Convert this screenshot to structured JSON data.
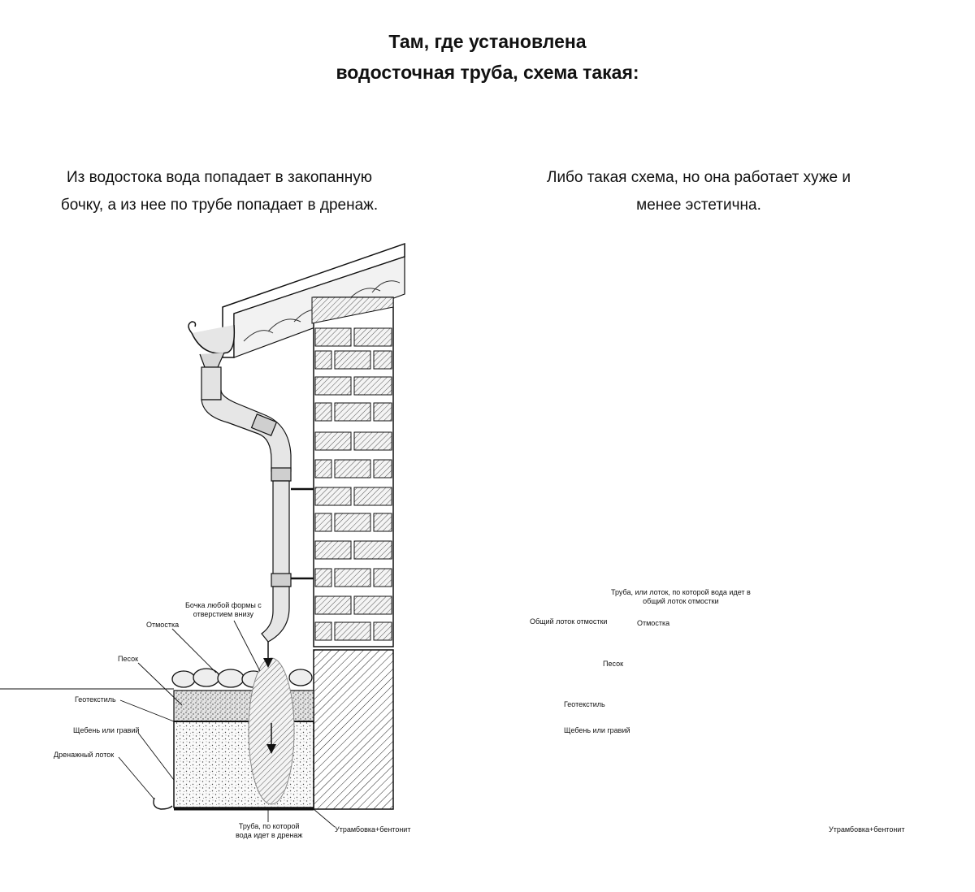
{
  "title": {
    "line1": "Там, где установлена",
    "line2": "водосточная труба, схема такая:"
  },
  "left": {
    "caption_line1": "Из водостока вода попадает в закопанную",
    "caption_line2": "бочку, а из нее по трубе попадает в дренаж.",
    "labels": {
      "barrel": "Бочка любой формы с\nотверстием внизу",
      "otmostka": "Отмостка",
      "sand": "Песок",
      "geotextile": "Геотекстиль",
      "gravel": "Щебень или гравий",
      "drain_tray": "Дренажный лоток",
      "drain_pipe": "Труба, по которой\nвода идет в дренаж",
      "compaction": "Утрамбовка+бентонит"
    }
  },
  "right": {
    "caption_line1": "Либо такая схема, но она работает хуже и",
    "caption_line2": "менее эстетична.",
    "labels": {
      "pipe_tray": "Труба, или лоток, по которой вода идет в\nобщий лоток отмостки",
      "common_tray": "Общий лоток отмостки",
      "otmostka": "Отмостка",
      "sand": "Песок",
      "geotextile": "Геотекстиль",
      "gravel": "Щебень или гравий",
      "compaction": "Утрамбовка+бентонит"
    }
  }
}
